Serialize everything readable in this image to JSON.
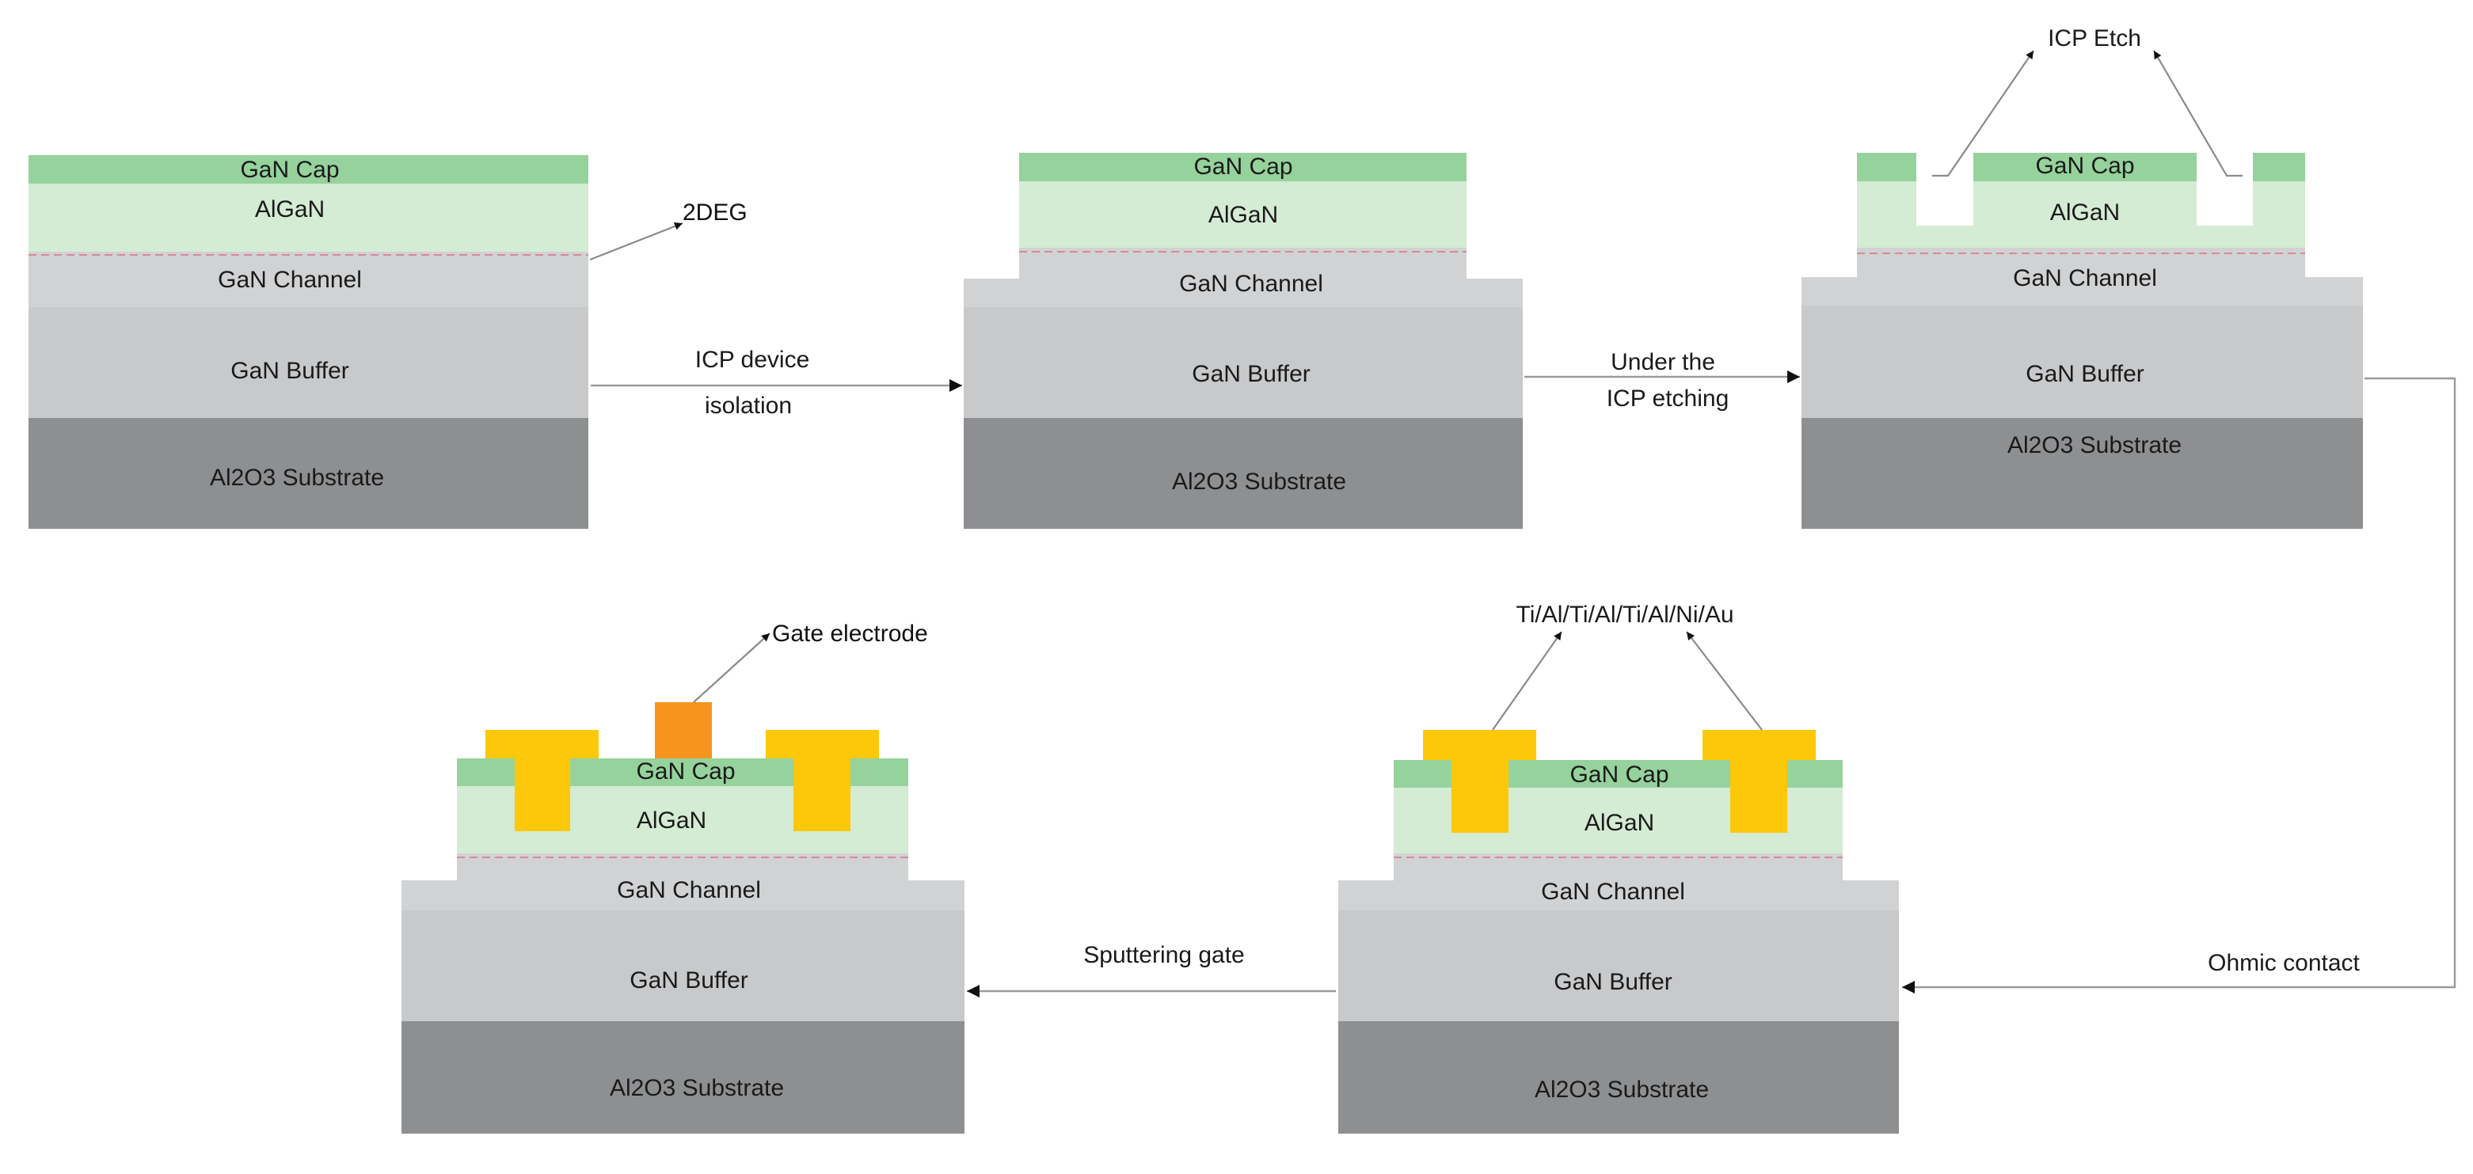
{
  "colors": {
    "gan_cap": "#96d29c",
    "algan": "#d4ebd4",
    "gan_channel": "#d1d2d4",
    "gan_buffer": "#c8c9cb",
    "substrate": "#8e8f91",
    "ohmic_metal": "#fdc80a",
    "gate_metal": "#f7941d",
    "twodeg_line": "#d68a94",
    "connector": "#9a9a9a",
    "arrowhead": "#111111"
  },
  "layers": {
    "gan_cap": "GaN Cap",
    "algan": "AlGaN",
    "gan_channel": "GaN Channel",
    "gan_buffer": "GaN Buffer",
    "substrate": "Al2O3 Substrate"
  },
  "callouts": {
    "twodeg": "2DEG",
    "icp_etch": "ICP Etch",
    "ohmic_metals": "Ti/Al/Ti/Al/Ti/Al/Ni/Au",
    "gate_electrode": "Gate electrode"
  },
  "steps": {
    "device_isolation_line1": "ICP device",
    "device_isolation_line2": "isolation",
    "under_etching_line1": "Under the",
    "under_etching_line2": "ICP etching",
    "ohmic_contact": "Ohmic contact",
    "sputtering_gate": "Sputtering gate"
  }
}
